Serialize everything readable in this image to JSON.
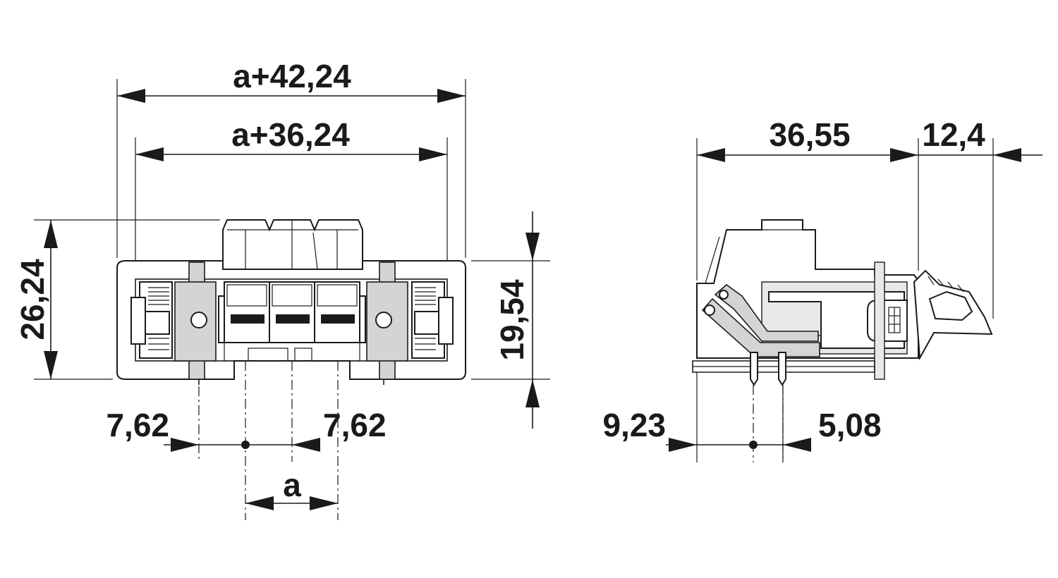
{
  "drawing": {
    "front_view": {
      "overall_width_label": "a+42,24",
      "inner_width_label": "a+36,24",
      "height_label": "26,24",
      "body_height_label": "19,54",
      "left_offset_label": "7,62",
      "right_offset_label": "7,62",
      "pitch_label": "a"
    },
    "side_view": {
      "depth_label": "36,55",
      "lever_label": "12,4",
      "pin_offset_label": "9,23",
      "pin_pitch_label": "5,08"
    }
  }
}
